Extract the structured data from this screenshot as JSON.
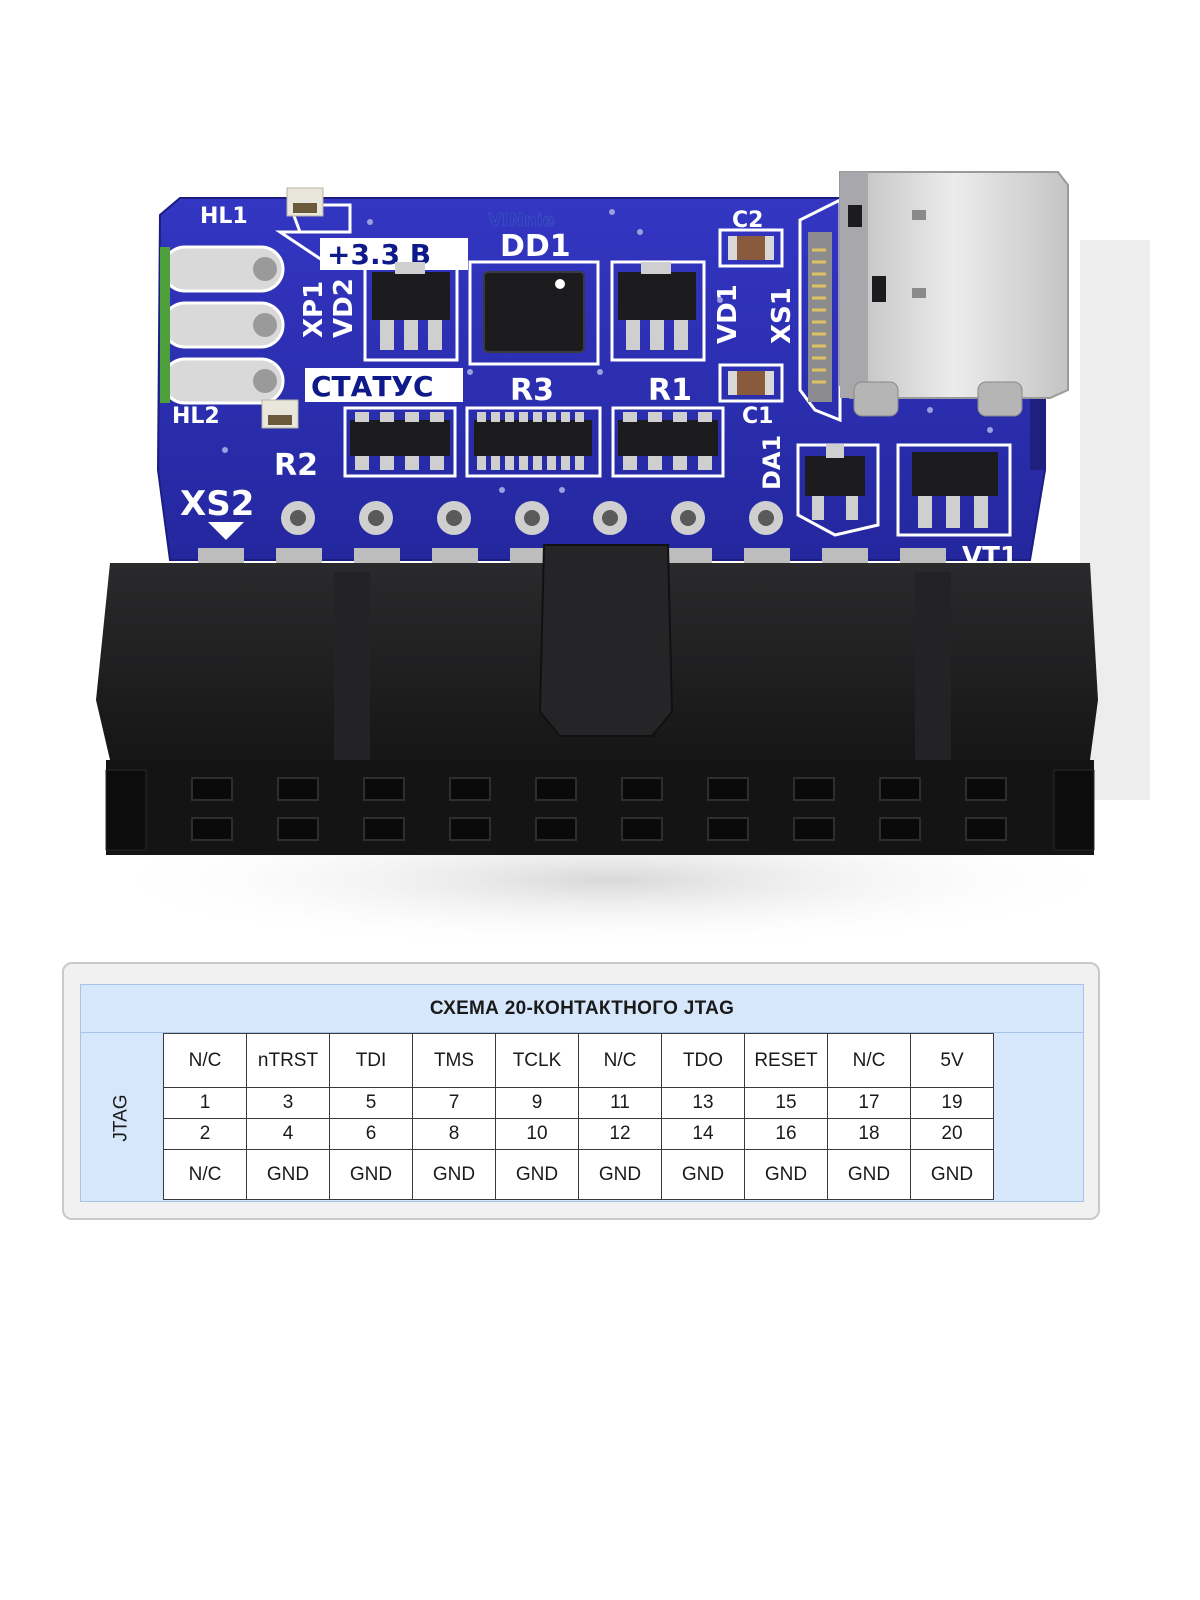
{
  "board": {
    "labels": {
      "hl1": "HL1",
      "hl2": "HL2",
      "plus33": "+3.3 В",
      "dd1": "DD1",
      "c1": "C1",
      "c2": "C2",
      "xp1": "XP1",
      "vd2": "VD2",
      "vd1": "VD1",
      "xs1": "XS1",
      "status": "СТАТУС",
      "r1": "R1",
      "r2": "R2",
      "r3": "R3",
      "da1": "DA1",
      "xs2": "XS2",
      "vt1": "VT1",
      "vinnie": "VINnie"
    },
    "colors": {
      "pcb": "#2d2fb5",
      "pcb_dark": "#1f2190",
      "silkscreen": "#ffffff",
      "connector": "#1d1d1f",
      "pad": "#c9c9c9"
    }
  },
  "pinout": {
    "title": "СХЕМА 20-КОНТАКТНОГО  JTAG",
    "side_label": "JTAG",
    "top_signals": [
      "N/C",
      "nTRST",
      "TDI",
      "TMS",
      "TCLK",
      "N/C",
      "TDO",
      "RESET",
      "N/C",
      "5V"
    ],
    "odd_pins": [
      "1",
      "3",
      "5",
      "7",
      "9",
      "11",
      "13",
      "15",
      "17",
      "19"
    ],
    "even_pins": [
      "2",
      "4",
      "6",
      "8",
      "10",
      "12",
      "14",
      "16",
      "18",
      "20"
    ],
    "bottom_signals": [
      "N/C",
      "GND",
      "GND",
      "GND",
      "GND",
      "GND",
      "GND",
      "GND",
      "GND",
      "GND"
    ]
  }
}
